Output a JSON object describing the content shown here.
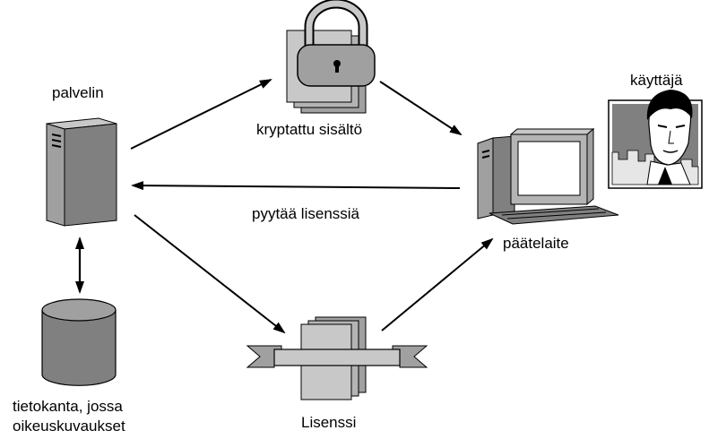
{
  "colors": {
    "background": "#ffffff",
    "stroke": "#000000",
    "dark_gray": "#808080",
    "mid_gray": "#a0a0a0",
    "light_gray": "#c8c8c8",
    "arrow": "#000000"
  },
  "labels": {
    "server": "palvelin",
    "database_line1": "tietokanta, jossa",
    "database_line2": "oikeuskuvaukset",
    "encrypted_content": "kryptattu sisältö",
    "request_license": "pyytää lisenssiä",
    "terminal": "päätelaite",
    "user": "käyttäjä",
    "license": "Lisenssi"
  },
  "icons": {
    "server": "server-tower-icon",
    "database": "database-cylinder-icon",
    "encrypted": "locked-documents-icon",
    "terminal": "desktop-computer-icon",
    "user": "user-portrait-icon",
    "license": "license-banner-icon"
  }
}
